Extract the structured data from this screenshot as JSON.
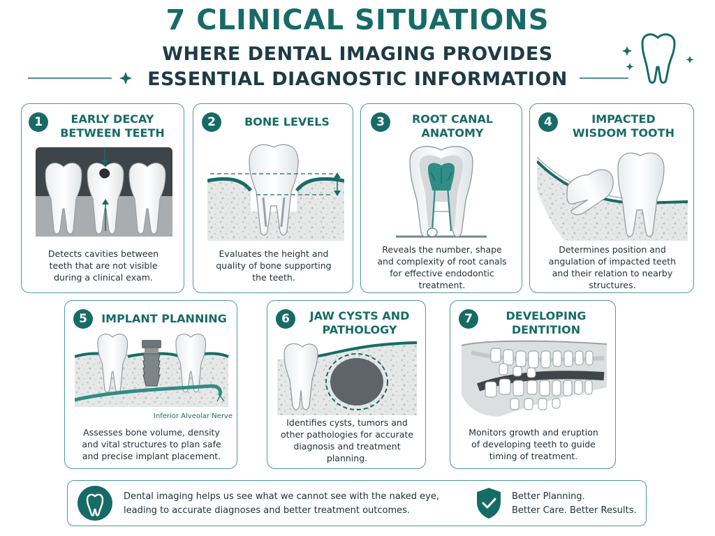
{
  "header": {
    "title": "7 CLINICAL SITUATIONS",
    "subtitle_line1": "WHERE DENTAL IMAGING PROVIDES",
    "subtitle_line2": "ESSENTIAL DIAGNOSTIC INFORMATION"
  },
  "cards": [
    {
      "number": "1",
      "title": [
        "EARLY DECAY",
        "BETWEEN TEETH"
      ],
      "description": [
        "Detects cavities between",
        "teeth that are not visible",
        "during a clinical exam."
      ]
    },
    {
      "number": "2",
      "title": [
        "BONE LEVELS"
      ],
      "description": [
        "Evaluates the height and",
        "quality of bone supporting",
        "the teeth."
      ]
    },
    {
      "number": "3",
      "title": [
        "ROOT CANAL",
        "ANATOMY"
      ],
      "description": [
        "Reveals the number, shape",
        "and complexity of root canals",
        "for effective endodontic",
        "treatment."
      ]
    },
    {
      "number": "4",
      "title": [
        "IMPACTED",
        "WISDOM TOOTH"
      ],
      "description": [
        "Determines position and",
        "angulation of impacted teeth",
        "and their relation to nearby",
        "structures."
      ]
    },
    {
      "number": "5",
      "title": [
        "IMPLANT PLANNING"
      ],
      "description": [
        "Assesses bone volume, density",
        "and vital structures to plan safe",
        "and precise implant placement."
      ],
      "illustration_label": "Inferior Alveolar Nerve"
    },
    {
      "number": "6",
      "title": [
        "JAW CYSTS AND",
        "PATHOLOGY"
      ],
      "description": [
        "Identifies cysts, tumors and",
        "other pathologies for accurate",
        "diagnosis and treatment",
        "planning."
      ]
    },
    {
      "number": "7",
      "title": [
        "DEVELOPING",
        "DENTITION"
      ],
      "description": [
        "Monitors growth and eruption",
        "of developing teeth to guide",
        "timing of treatment."
      ]
    }
  ],
  "footer": {
    "message_line1": "Dental imaging helps us see what we cannot see with the naked eye,",
    "message_line2": "leading to accurate diagnoses and better treatment outcomes.",
    "tagline_line1": "Better Planning.",
    "tagline_line2": "Better Care. Better Results."
  },
  "icons": {
    "header": "tooth-outline-icon",
    "footer_left": "tooth-icon",
    "footer_right": "shield-check-icon"
  },
  "colors": {
    "primary": "#176b66",
    "dark_text": "#1d3b46",
    "border": "#4f9a94",
    "bone": "#e9ebea"
  }
}
